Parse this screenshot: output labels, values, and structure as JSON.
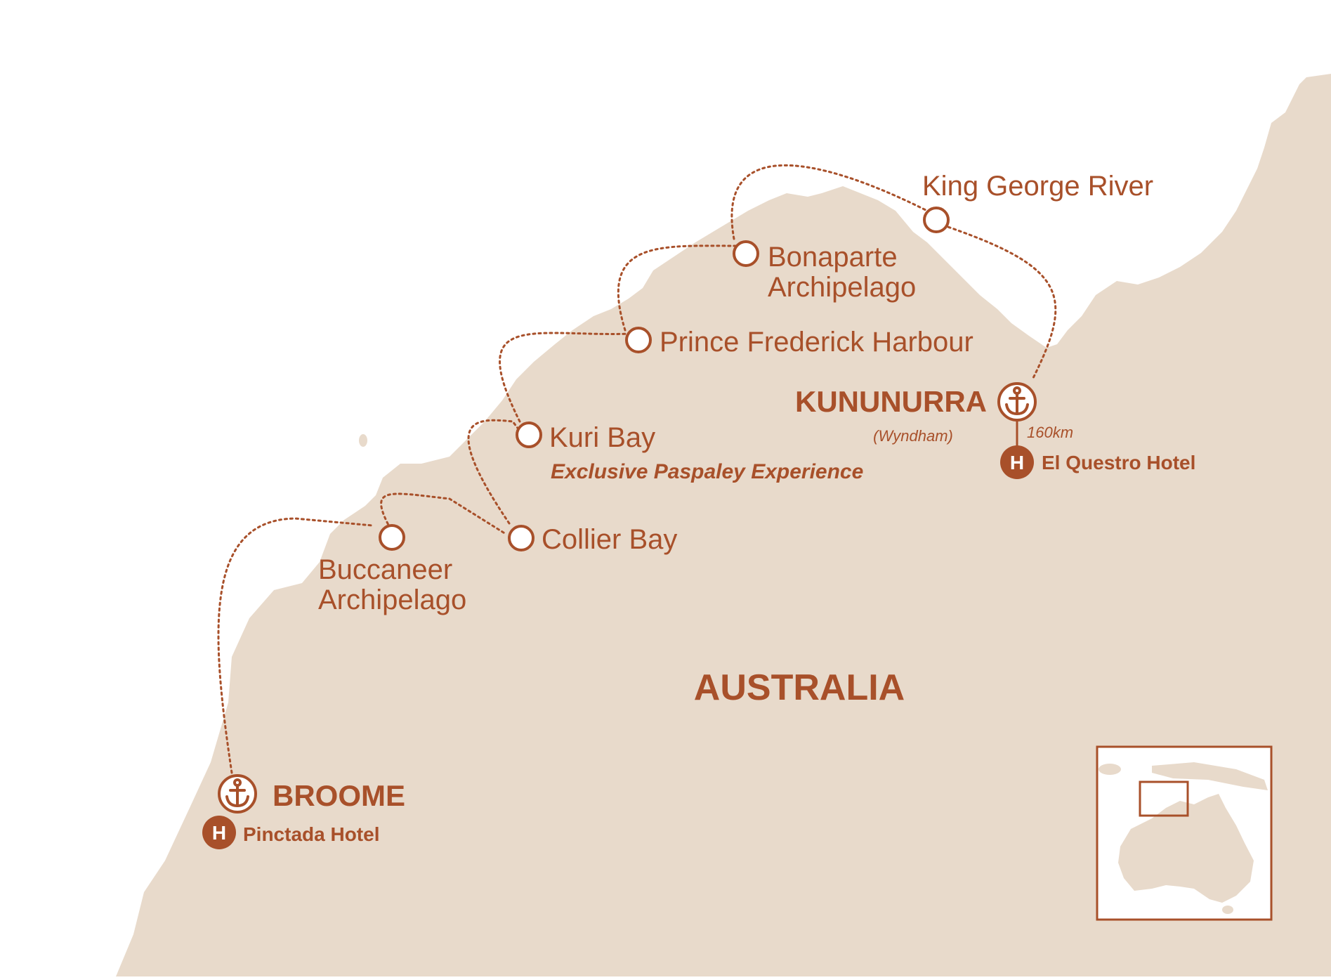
{
  "colors": {
    "land": "#e8dacb",
    "sea": "#ffffff",
    "accent": "#a8502a"
  },
  "country_label": "AUSTRALIA",
  "ports": {
    "broome": {
      "name": "BROOME",
      "icon": "anchor-icon",
      "hotel": "Pinctada Hotel",
      "hotel_icon": "hotel-h-icon",
      "hotel_letter": "H"
    },
    "kununurra": {
      "name": "KUNUNURRA",
      "sub": "(Wyndham)",
      "icon": "anchor-icon",
      "distance": "160km",
      "hotel": "El Questro Hotel",
      "hotel_icon": "hotel-h-icon",
      "hotel_letter": "H"
    }
  },
  "stops": {
    "buccaneer": {
      "line1": "Buccaneer",
      "line2": "Archipelago"
    },
    "collier": {
      "name": "Collier Bay"
    },
    "kuri": {
      "name": "Kuri Bay",
      "note": "Exclusive Paspaley Experience"
    },
    "prince": {
      "name": "Prince Frederick Harbour"
    },
    "bonaparte": {
      "line1": "Bonaparte",
      "line2": "Archipelago"
    },
    "king": {
      "name": "King George River"
    }
  },
  "inset": {
    "description_icon": "australia-inset-map"
  }
}
